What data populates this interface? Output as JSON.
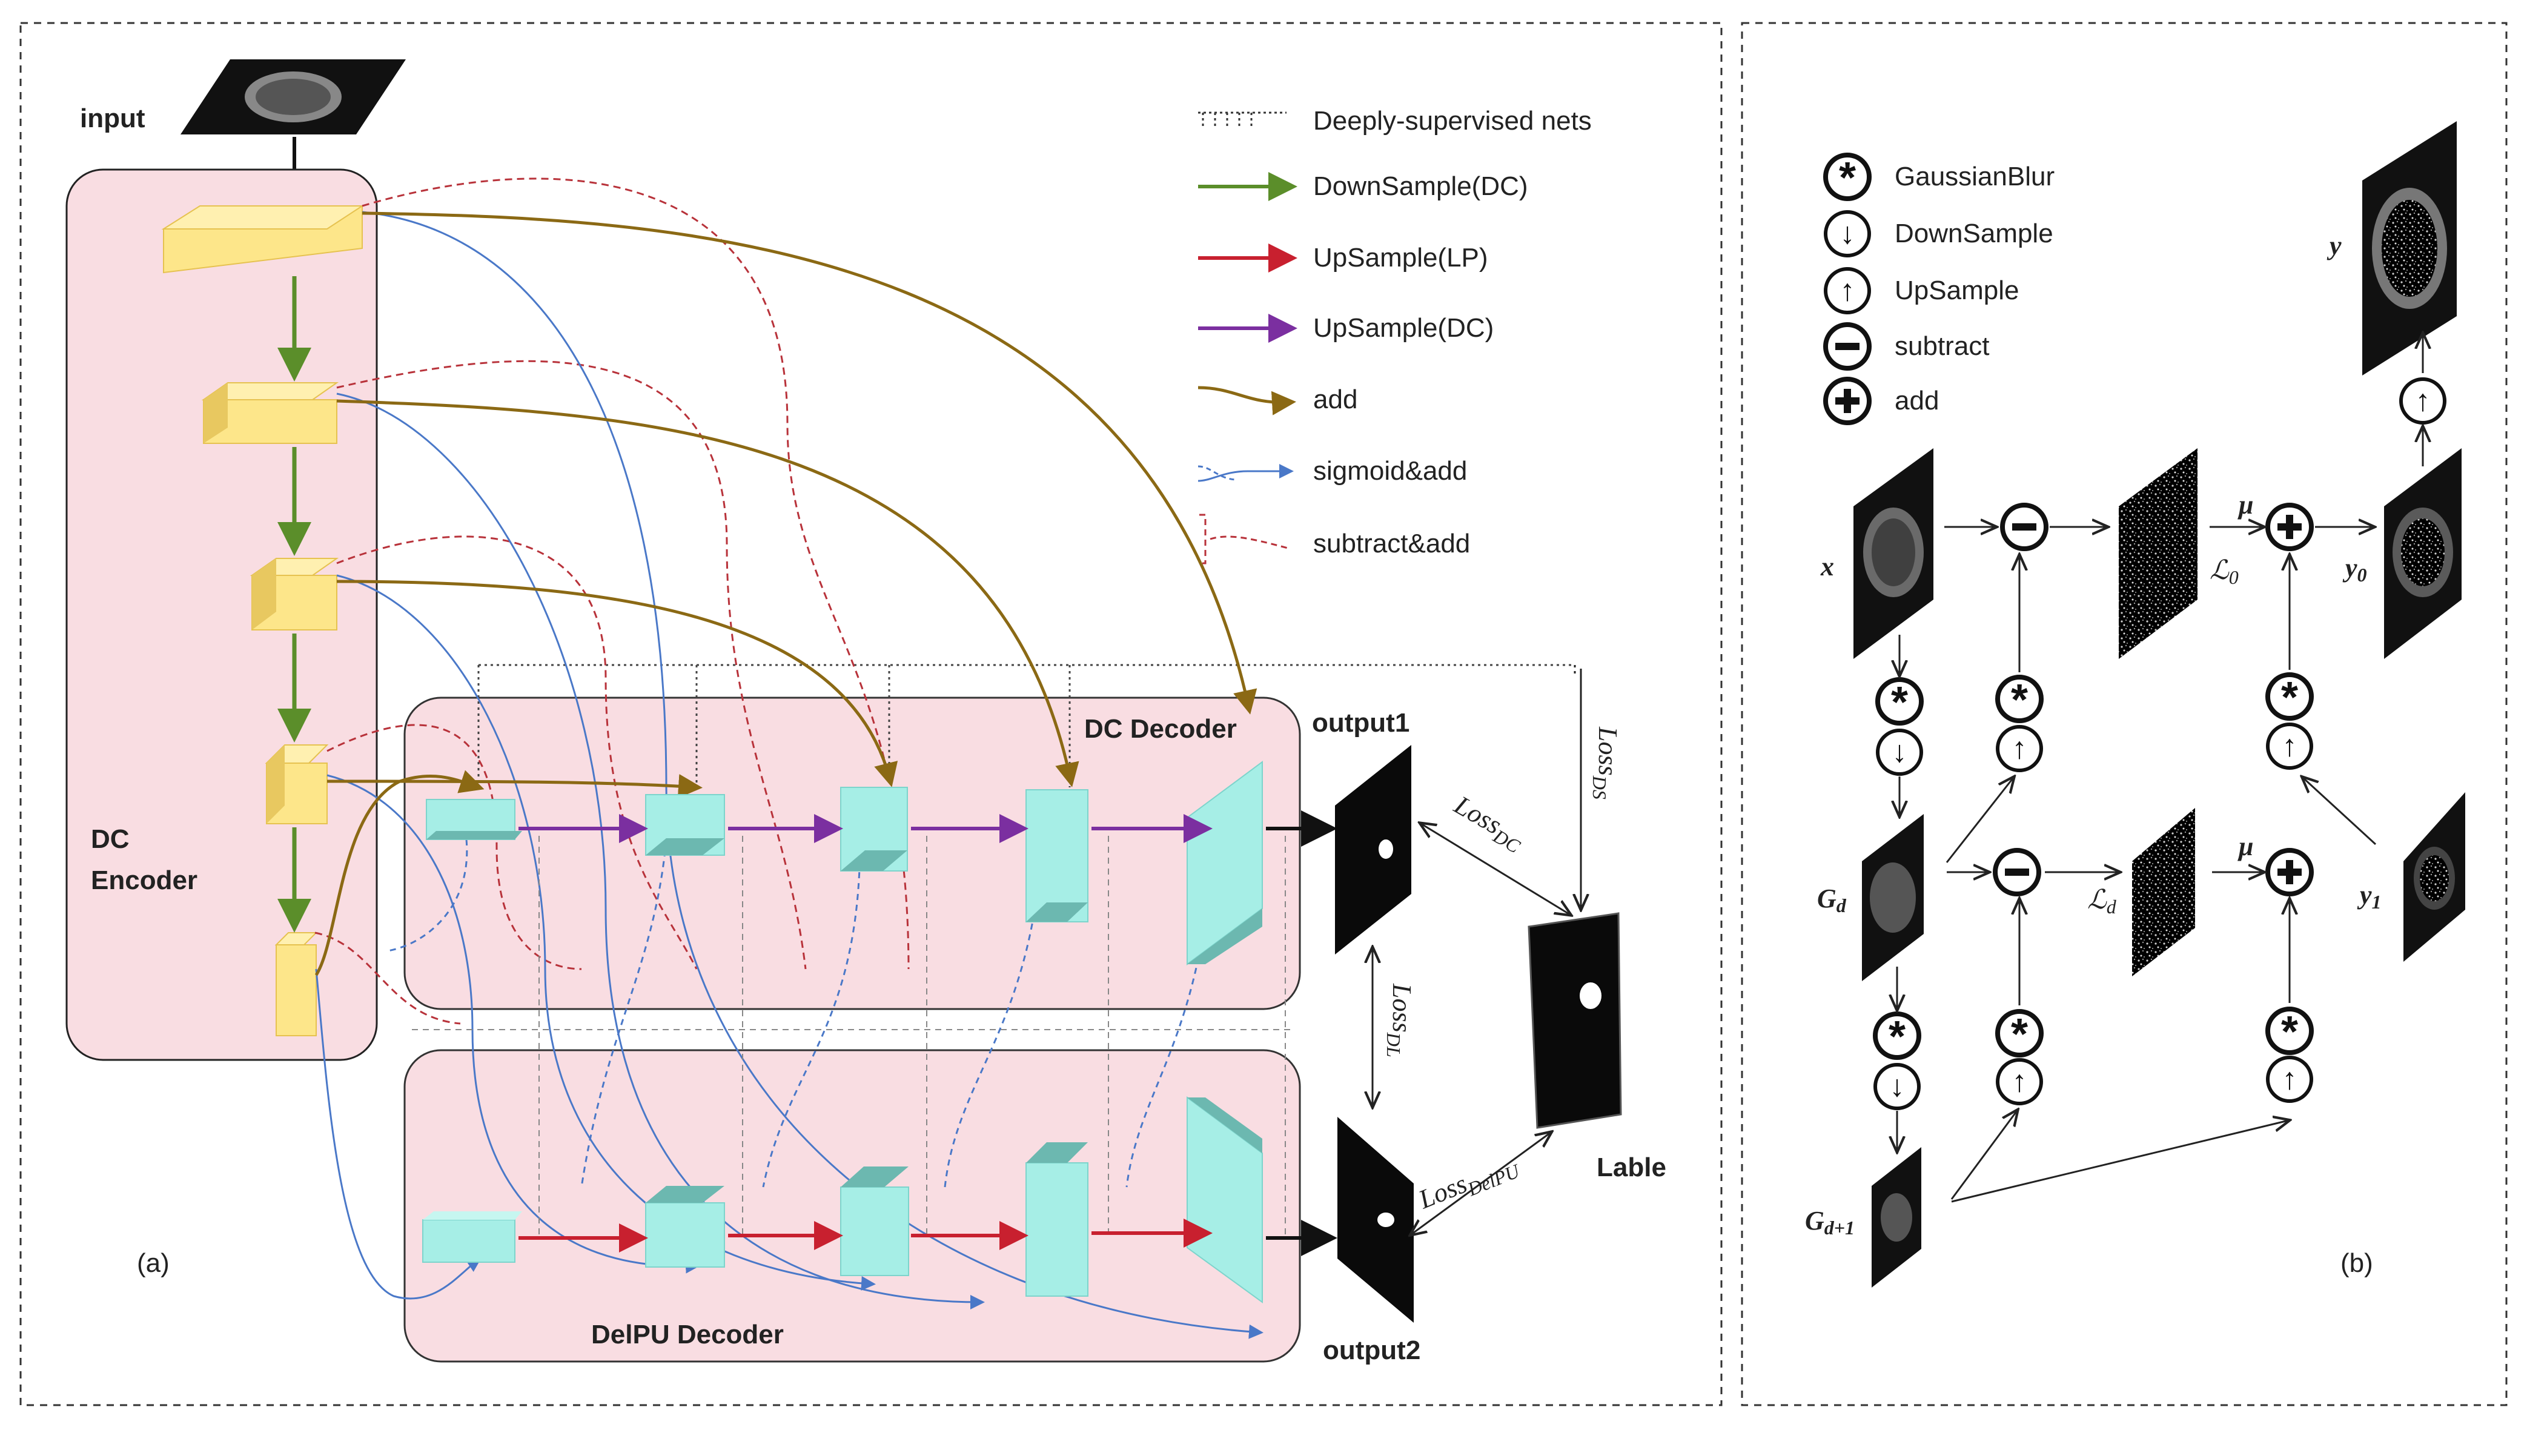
{
  "panel_a": {
    "input_label": "input",
    "encoder_label_line1": "DC",
    "encoder_label_line2": "Encoder",
    "dc_decoder_label": "DC Decoder",
    "delpu_decoder_label": "DelPU  Decoder",
    "output1_label": "output1",
    "output2_label": "output2",
    "label_label": "Lable",
    "caption": "(a)",
    "loss_ds": "Loss",
    "loss_ds_sub": "DS",
    "loss_dc": "Loss",
    "loss_dc_sub": "DC",
    "loss_dl": "Loss",
    "loss_dl_sub": "DL",
    "loss_delpu": "Loss",
    "loss_delpu_sub": "DelPU",
    "legend": [
      {
        "label": "Deeply-supervised nets",
        "style": "dotted-bracket",
        "color": "#333333"
      },
      {
        "label": "DownSample(DC)",
        "style": "arrow",
        "color": "#5b8e2a"
      },
      {
        "label": "UpSample(LP)",
        "style": "arrow",
        "color": "#c8202f"
      },
      {
        "label": "UpSample(DC)",
        "style": "arrow",
        "color": "#7b2fa0"
      },
      {
        "label": "add",
        "style": "curve-arrow",
        "color": "#8b6914"
      },
      {
        "label": "sigmoid&add",
        "style": "curve-dashed",
        "color": "#4a78c8"
      },
      {
        "label": "subtract&add",
        "style": "dashed-red",
        "color": "#b8323a"
      }
    ]
  },
  "panel_b": {
    "caption": "(b)",
    "legend": [
      {
        "symbol": "*",
        "label": "GaussianBlur"
      },
      {
        "symbol": "↓",
        "label": "DownSample"
      },
      {
        "symbol": "↑",
        "label": "UpSample"
      },
      {
        "symbol": "−",
        "label": "subtract"
      },
      {
        "symbol": "+",
        "label": "add"
      }
    ],
    "var_x": "x",
    "var_gd": "G",
    "var_gd_sub": "d",
    "var_gd1": "G",
    "var_gd1_sub": "d+1",
    "var_l0": "ℒ",
    "var_l0_sub": "0",
    "var_ld": "ℒ",
    "var_ld_sub": "d",
    "var_y0": "y",
    "var_y0_sub": "0",
    "var_y1": "y",
    "var_y1_sub": "1",
    "var_y": "y",
    "mu_top": "μ",
    "mu_mid": "μ"
  },
  "colors": {
    "panel_bg": "#f9dde2",
    "encoder_block": "#fde68a",
    "decoder_block": "#a6eee6",
    "down_dc": "#5b8e2a",
    "up_lp": "#c8202f",
    "up_dc": "#7b2fa0",
    "add": "#8b6914",
    "sigmoid": "#4a78c8",
    "subtract": "#b8323a"
  }
}
